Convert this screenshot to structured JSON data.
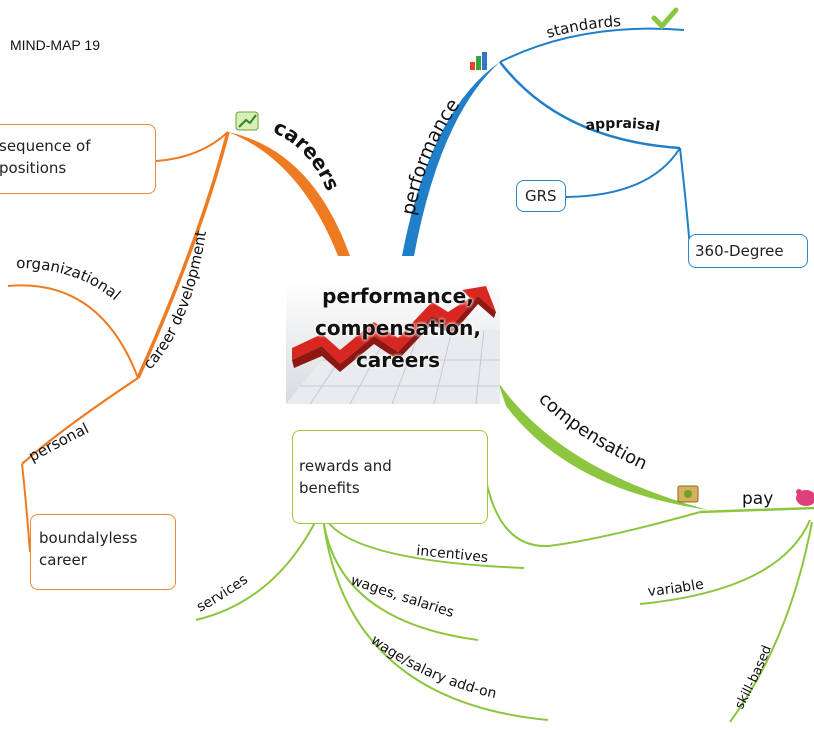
{
  "title": "MIND-MAP 19",
  "central_topic": [
    "performance,",
    "compensation,",
    "careers"
  ],
  "branches": {
    "careers": {
      "label": "careers",
      "color": "#ee7b22",
      "sequence_box": [
        "sequence of",
        "positions"
      ],
      "career_development": "career development",
      "organizational": "organizational",
      "personal": "personal",
      "boundaryless_box": [
        "boundalyless",
        "career"
      ]
    },
    "performance": {
      "label": "performance",
      "color": "#1f7fc9",
      "standards": "standards",
      "appraisal": "appraisal",
      "grs": "GRS",
      "degree360": "360-Degree"
    },
    "compensation": {
      "label": "compensation",
      "color": "#8cc63f",
      "pay": "pay",
      "rewards_box": [
        "rewards and",
        "benefits"
      ],
      "incentives": "incentives",
      "services": "services",
      "wages": "wages, salaries",
      "addon": "wage/salary add-on",
      "variable": "variable",
      "skill": "skill-based"
    }
  },
  "icons": {
    "careers": "trend-up-icon",
    "performance": "bar-chart-icon",
    "standards": "check-icon",
    "compensation": "money-icon",
    "pay": "piggy-bank-icon"
  }
}
